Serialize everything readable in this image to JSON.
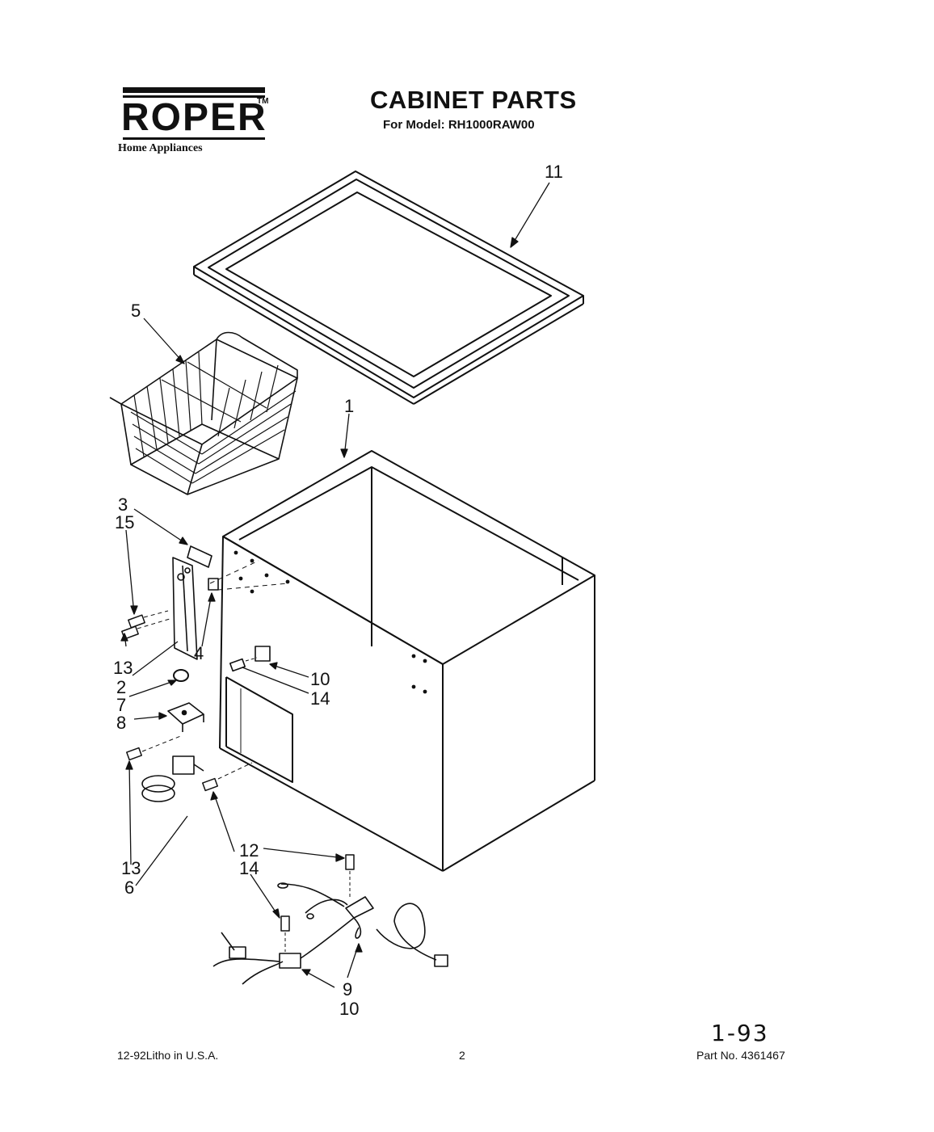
{
  "brand": {
    "name": "ROPER",
    "trademark": "TM",
    "tagline": "Home Appliances"
  },
  "header": {
    "title": "CABINET PARTS",
    "model_line": "For Model: RH1000RAW00"
  },
  "callouts": {
    "c1": "1",
    "c2": "2",
    "c3": "3",
    "c4": "4",
    "c5": "5",
    "c6": "6",
    "c7": "7",
    "c8": "8",
    "c9": "9",
    "c10a": "10",
    "c10b": "10",
    "c11": "11",
    "c12": "12",
    "c13a": "13",
    "c13b": "13",
    "c14a": "14",
    "c14b": "14",
    "c15": "15"
  },
  "footer": {
    "litho": "12-92Litho in U.S.A.",
    "page": "2",
    "part_no": "Part No. 4361467",
    "handwritten_note": "1-93"
  }
}
